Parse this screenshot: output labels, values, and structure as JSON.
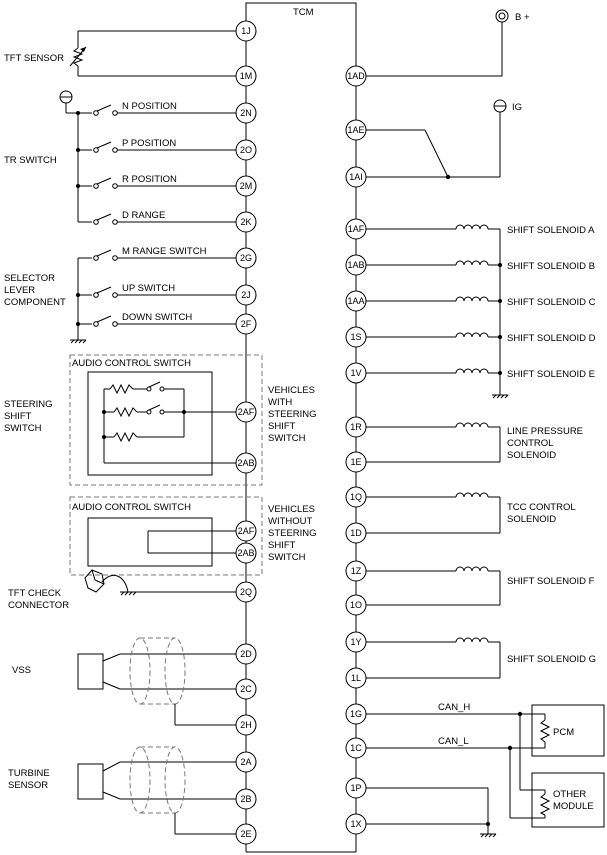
{
  "tcm_title": "TCM",
  "power": {
    "b_plus": "B +",
    "ig": "IG"
  },
  "left_labels": {
    "tft_sensor": "TFT SENSOR",
    "tr_switch": "TR SWITCH",
    "selector_lever": [
      "SELECTOR",
      "LEVER",
      "COMPONENT"
    ],
    "steering_shift": [
      "STEERING",
      "SHIFT",
      "SWITCH"
    ],
    "tft_check": [
      "TFT CHECK",
      "CONNECTOR"
    ],
    "vss": "VSS",
    "turbine": [
      "TURBINE",
      "SENSOR"
    ]
  },
  "switch_labels": {
    "n": "N POSITION",
    "p": "P POSITION",
    "r": "R POSITION",
    "d": "D RANGE",
    "m": "M RANGE SWITCH",
    "up": "UP SWITCH",
    "down": "DOWN SWITCH"
  },
  "audio_label": "AUDIO CONTROL SWITCH",
  "vehicles_with": [
    "VEHICLES",
    "WITH",
    "STEERING",
    "SHIFT",
    "SWITCH"
  ],
  "vehicles_without": [
    "VEHICLES",
    "WITHOUT",
    "STEERING",
    "SHIFT",
    "SWITCH"
  ],
  "left_pins": [
    "1J",
    "1M",
    "2N",
    "2O",
    "2M",
    "2K",
    "2G",
    "2J",
    "2F",
    "2AF",
    "2AB",
    "2AF",
    "2AB",
    "2Q",
    "2D",
    "2C",
    "2H",
    "2A",
    "2B",
    "2E"
  ],
  "right_pins": [
    "1AD",
    "1AE",
    "1AI",
    "1AF",
    "1AB",
    "1AA",
    "1S",
    "1V",
    "1R",
    "1E",
    "1Q",
    "1D",
    "1Z",
    "1O",
    "1Y",
    "1L",
    "1G",
    "1C",
    "1P",
    "1X"
  ],
  "solenoids": {
    "a": "SHIFT SOLENOID A",
    "b": "SHIFT SOLENOID B",
    "c": "SHIFT SOLENOID C",
    "d": "SHIFT SOLENOID D",
    "e": "SHIFT SOLENOID E",
    "line_pressure": [
      "LINE PRESSURE",
      "CONTROL",
      "SOLENOID"
    ],
    "tcc": [
      "TCC CONTROL",
      "SOLENOID"
    ],
    "f": "SHIFT SOLENOID F",
    "g": "SHIFT SOLENOID G"
  },
  "can": {
    "h": "CAN_H",
    "l": "CAN_L"
  },
  "modules": {
    "pcm": "PCM",
    "other": [
      "OTHER",
      "MODULE"
    ]
  }
}
